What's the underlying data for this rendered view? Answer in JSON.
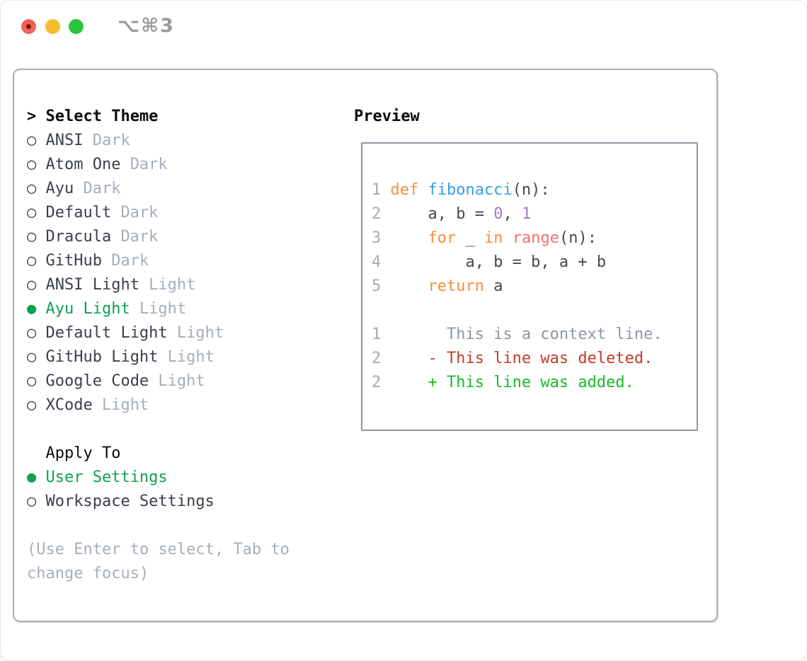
{
  "window": {
    "title": "⌥⌘3"
  },
  "theme_panel": {
    "prompt": ">",
    "title": "Select Theme",
    "themes": [
      {
        "bullet": "○",
        "name": "ANSI",
        "variant": "Dark",
        "selected": false
      },
      {
        "bullet": "○",
        "name": "Atom One",
        "variant": "Dark",
        "selected": false
      },
      {
        "bullet": "○",
        "name": "Ayu",
        "variant": "Dark",
        "selected": false
      },
      {
        "bullet": "○",
        "name": "Default",
        "variant": "Dark",
        "selected": false
      },
      {
        "bullet": "○",
        "name": "Dracula",
        "variant": "Dark",
        "selected": false
      },
      {
        "bullet": "○",
        "name": "GitHub",
        "variant": "Dark",
        "selected": false
      },
      {
        "bullet": "○",
        "name": "ANSI Light",
        "variant": "Light",
        "selected": false
      },
      {
        "bullet": "●",
        "name": "Ayu Light",
        "variant": "Light",
        "selected": true
      },
      {
        "bullet": "○",
        "name": "Default Light",
        "variant": "Light",
        "selected": false
      },
      {
        "bullet": "○",
        "name": "GitHub Light",
        "variant": "Light",
        "selected": false
      },
      {
        "bullet": "○",
        "name": "Google Code",
        "variant": "Light",
        "selected": false
      },
      {
        "bullet": "○",
        "name": "XCode",
        "variant": "Light",
        "selected": false
      }
    ],
    "apply_to": {
      "label": "Apply To",
      "options": [
        {
          "bullet": "●",
          "name": "User Settings",
          "selected": true
        },
        {
          "bullet": "○",
          "name": "Workspace Settings",
          "selected": false
        }
      ]
    },
    "hint": {
      "line1": "(Use Enter to select, Tab to",
      "line2": "change focus)"
    }
  },
  "preview": {
    "title": "Preview",
    "lines": [
      {
        "num": "1",
        "segs": [
          "def ",
          "fibonacci",
          "(n):"
        ]
      },
      {
        "num": "2",
        "segs": [
          "    a, b = ",
          "0",
          ", ",
          "1"
        ]
      },
      {
        "num": "3",
        "segs": [
          "    ",
          "for",
          " _ ",
          "in",
          " ",
          "range",
          "(n):"
        ]
      },
      {
        "num": "4",
        "segs": [
          "        a, b = b, a + b"
        ]
      },
      {
        "num": "5",
        "segs": [
          "    ",
          "return",
          " a"
        ]
      },
      {
        "num": "",
        "segs": [
          ""
        ]
      },
      {
        "num": "1",
        "segs": [
          "      This is a context line."
        ]
      },
      {
        "num": "2",
        "segs": [
          "    - This line was deleted."
        ]
      },
      {
        "num": "2",
        "segs": [
          "    + This line was added."
        ]
      }
    ]
  },
  "colors": {
    "selected_green": "#0ca24f",
    "added_green": "#12bd25",
    "deleted_red": "#c43a27",
    "keyword_orange": "#fa8d3e",
    "function_blue": "#399ee6",
    "number_purple": "#a37acc",
    "builtin_coral": "#f07171",
    "muted_gray": "#a6aebb",
    "text_dark": "#3a3f48",
    "line_number_gray": "#a3abb8",
    "panel_border": "#a7aeb9",
    "preview_border": "#8f97a3",
    "traffic_red": "#f4605a",
    "traffic_yellow": "#f5bd30",
    "traffic_green": "#2bc63c",
    "title_gray": "#9b9b9b"
  }
}
